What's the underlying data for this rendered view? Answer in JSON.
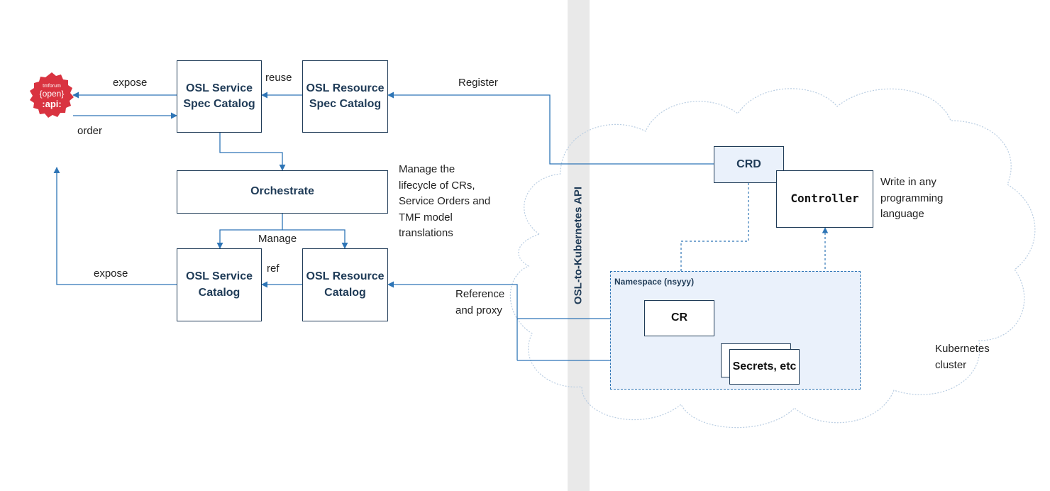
{
  "logo": {
    "line1": "tmforum",
    "line2": "{open}",
    "line3": ":api:",
    "color": "#d93340"
  },
  "api_bar": {
    "label": "OSL-to-Kubernetes API"
  },
  "boxes": {
    "service_spec_catalog": "OSL Service Spec Catalog",
    "resource_spec_catalog": "OSL Resource Spec Catalog",
    "orchestrate": "Orchestrate",
    "service_catalog": "OSL Service Catalog",
    "resource_catalog": "OSL Resource Catalog",
    "crd": "CRD",
    "controller": "Controller",
    "cr": "CR",
    "secrets": "Secrets, etc"
  },
  "labels": {
    "expose_top": "expose",
    "order": "order",
    "reuse": "reuse",
    "register": "Register",
    "manage": "Manage",
    "ref": "ref",
    "expose_bottom": "expose",
    "reference_proxy": "Reference and proxy",
    "namespace": "Namespace (nsyyy)",
    "kubernetes_cluster": "Kubernetes cluster"
  },
  "notes": {
    "manage_lifecycle": "Manage the lifecycle of CRs, Service Orders and TMF model translations",
    "write_any_language": "Write in any programming language"
  },
  "colors": {
    "arrow": "#2e75b6",
    "box_border": "#1f3b57",
    "light_fill": "#eaf1fb",
    "cloud_stroke": "#b9cde2",
    "api_bar": "#e9e9e9"
  }
}
